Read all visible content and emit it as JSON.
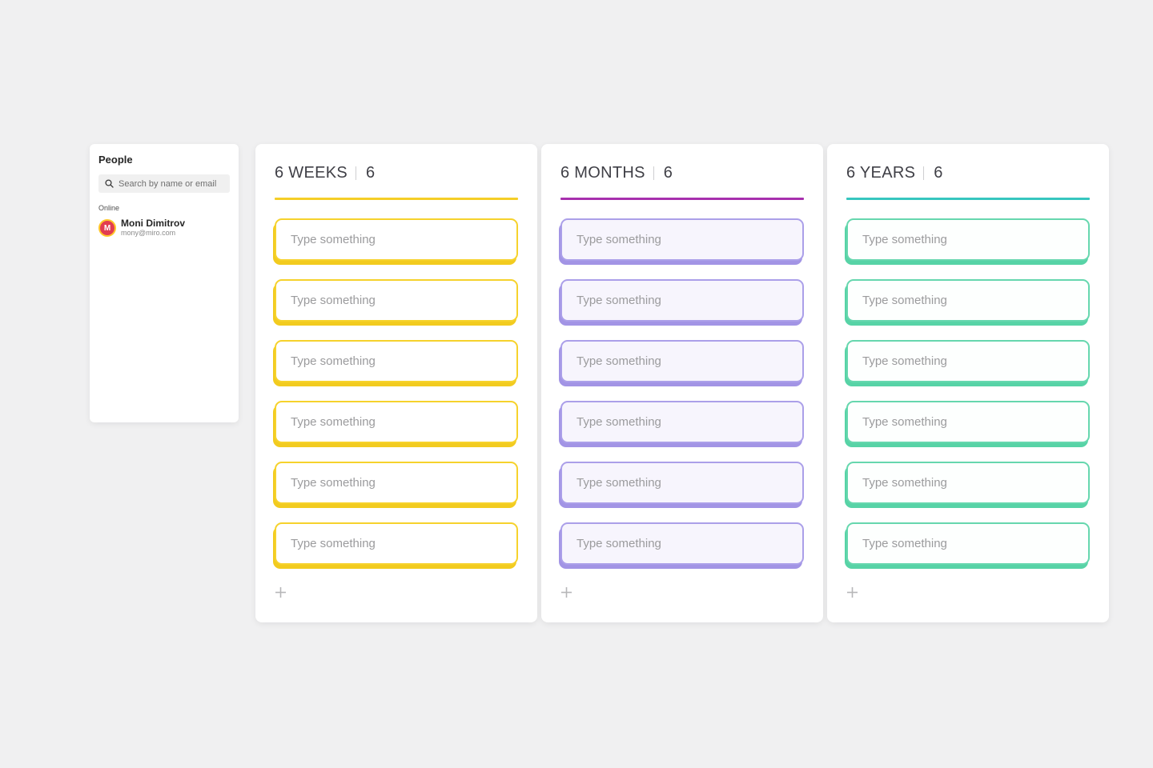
{
  "people_panel": {
    "title": "People",
    "search": {
      "placeholder": "Search by name or email"
    },
    "section_label": "Online",
    "users": [
      {
        "name": "Moni Dimitrov",
        "email": "mony@miro.com",
        "avatar_initial": "M",
        "avatar_bg": "#E23C50",
        "avatar_ring": "#FFC62B"
      }
    ]
  },
  "board": {
    "card_placeholder": "Type something",
    "columns": [
      {
        "title": "6 WEEKS",
        "count": "6",
        "card_count": 6,
        "accent": "#F5CE27",
        "card_border": "#F6D22C",
        "card_shadow": "#F2CB1F",
        "card_bg": "#FFFFFF"
      },
      {
        "title": "6 MONTHS",
        "count": "6",
        "card_count": 6,
        "accent": "#A730AE",
        "card_border": "#AB9FE9",
        "card_shadow": "#A294E5",
        "card_bg": "#F7F5FD"
      },
      {
        "title": "6 YEARS",
        "count": "6",
        "card_count": 6,
        "accent": "#36C6BF",
        "card_border": "#66D7AE",
        "card_shadow": "#57D3A6",
        "card_bg": "#FDFFFE"
      }
    ]
  },
  "colors": {
    "page_bg": "#F0F0F1",
    "panel_bg": "#FFFFFF",
    "header_text": "#3F3F46",
    "placeholder_text": "#9B9B9D"
  }
}
